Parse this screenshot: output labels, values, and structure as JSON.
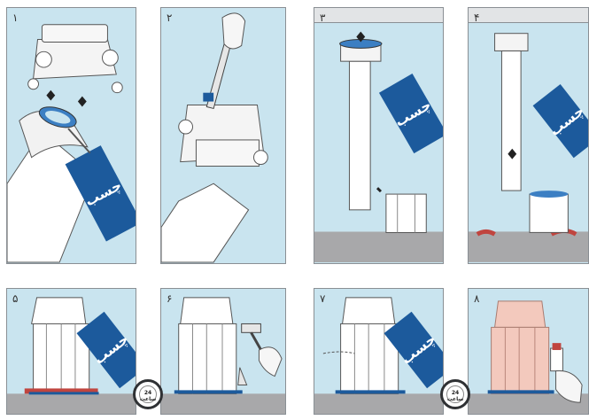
{
  "steps": [
    {
      "number": "۱",
      "glue_label": "چسب"
    },
    {
      "number": "۲"
    },
    {
      "number": "۳",
      "glue_label": "چسب"
    },
    {
      "number": "۴",
      "glue_label": "چسب"
    },
    {
      "number": "۵",
      "glue_label": "چسب"
    },
    {
      "number": "۶"
    },
    {
      "number": "۷",
      "glue_label": "چسب"
    },
    {
      "number": "۸"
    }
  ],
  "timer": {
    "label": "24 ساعت"
  },
  "colors": {
    "panel_bg": "#c9e4ef",
    "glue_tube": "#1c5a9c",
    "floor": "#a8a8aa",
    "column": "#ffffff",
    "finished": "#f3c9bd"
  }
}
